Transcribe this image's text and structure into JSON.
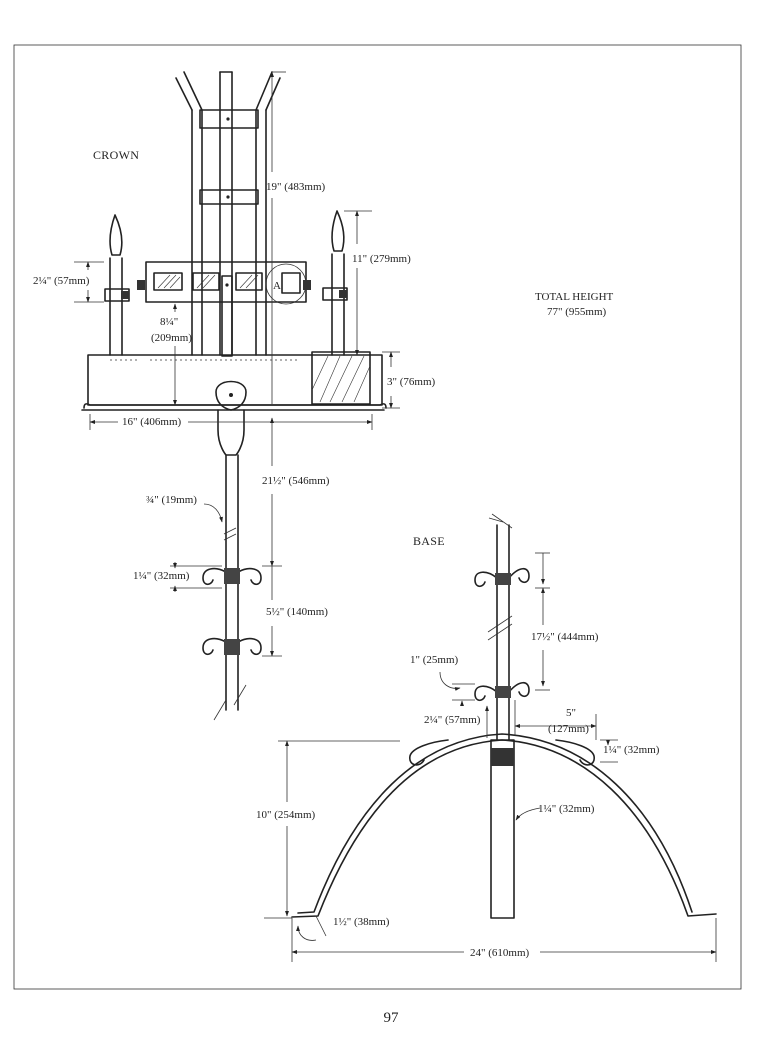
{
  "crown": {
    "title": "CROWN",
    "dims": {
      "height_19": "19\" (483mm)",
      "height_11": "11\" (279mm)",
      "finial_2_25": "2¼\" (57mm)",
      "box_8_25_a": "8¼\"",
      "box_8_25_b": "(209mm)",
      "band_3": "3\" (76mm)",
      "width_16": "16\" (406mm)",
      "detail_a": "A",
      "stem_21_5": "21½\" (546mm)",
      "bar_0_75": "¾\" (19mm)",
      "scroll_1_25": "1¼\" (32mm)",
      "scroll_gap_5_5": "5½\" (140mm)"
    }
  },
  "total_height": {
    "line1": "TOTAL HEIGHT",
    "line2": "77\" (955mm)"
  },
  "base": {
    "title": "BASE",
    "dims": {
      "post_17_5": "17½\" (444mm)",
      "scroll_1": "1\" (25mm)",
      "offset_5_a": "5\"",
      "offset_5_b": "(127mm)",
      "scroll_1_25": "1¼\" (32mm)",
      "gap_2_25": "2¼\" (57mm)",
      "post_1_25": "1¼\" (32mm)",
      "height_10": "10\" (254mm)",
      "foot_1_5": "1½\" (38mm)",
      "width_24": "24\" (610mm)"
    }
  },
  "page": {
    "number": "97"
  }
}
